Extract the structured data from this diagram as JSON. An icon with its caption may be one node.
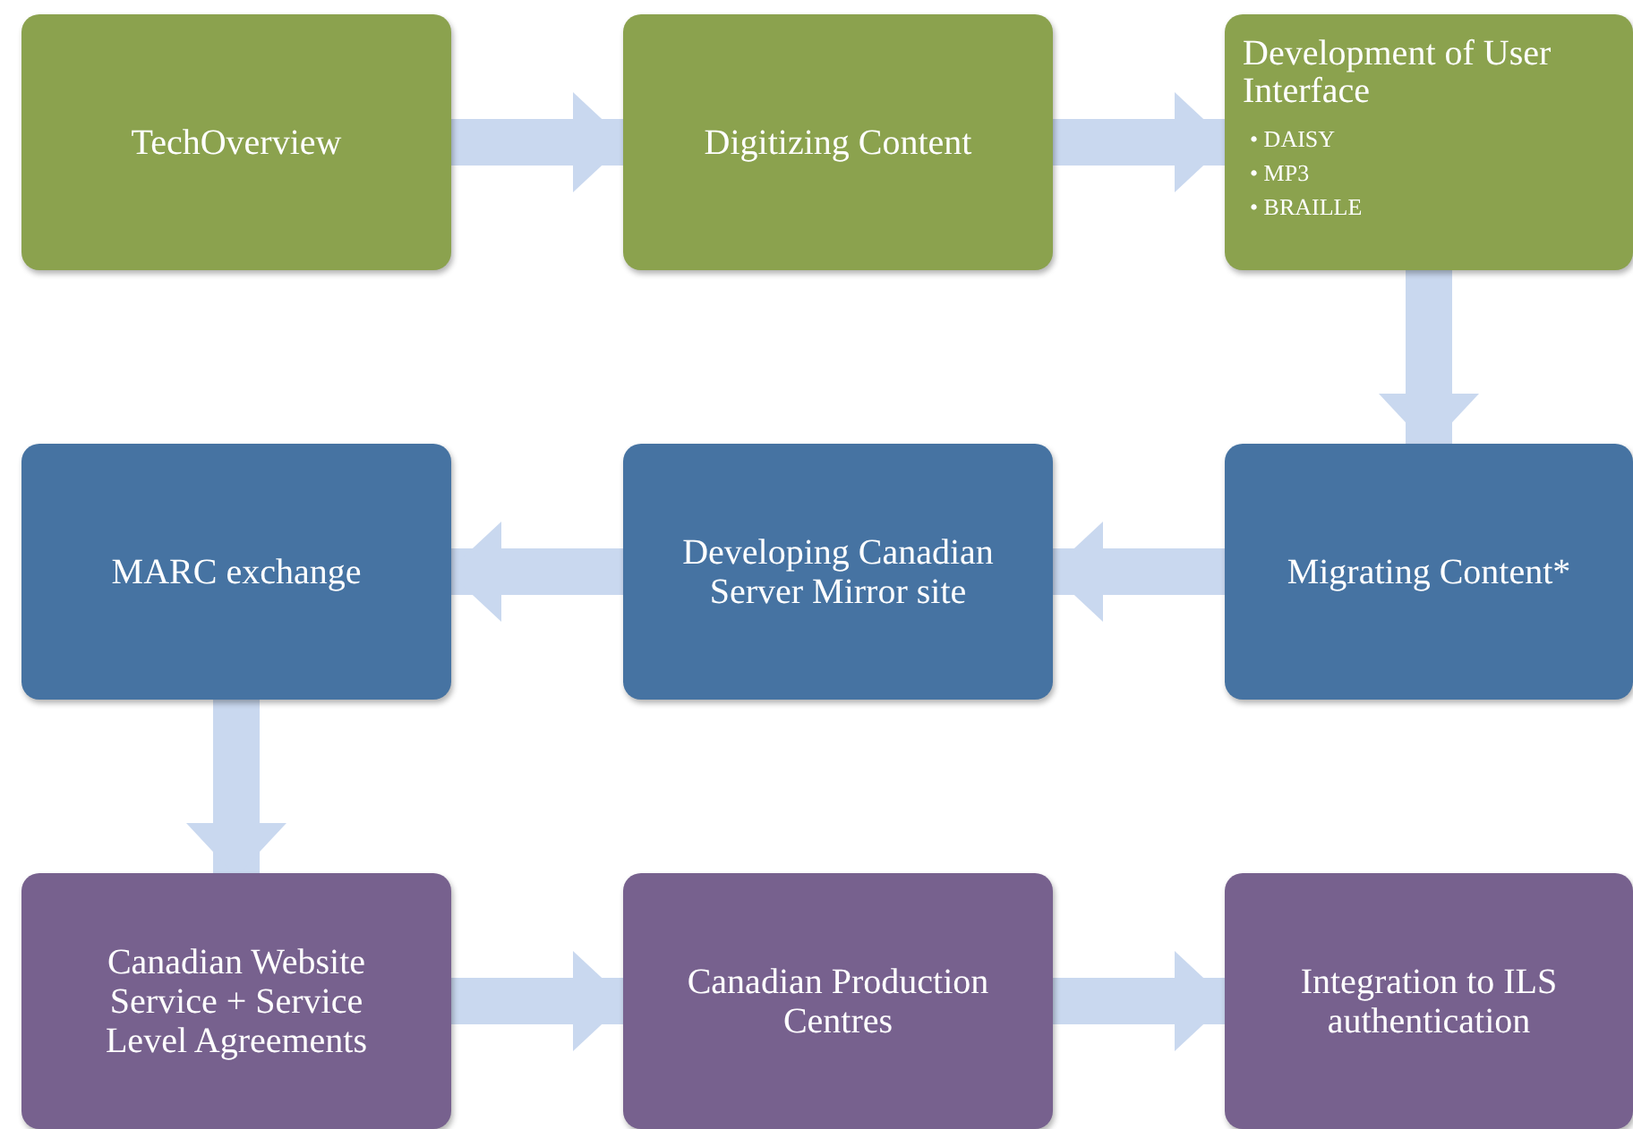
{
  "diagram": {
    "nodes": [
      {
        "text": [
          "TechOverview"
        ]
      },
      {
        "text": [
          "Digitizing Content"
        ]
      },
      {
        "text": [
          "Development of User Interface",
          "• DAISY",
          "• MP3",
          "• BRAILLE"
        ]
      },
      {
        "text": [
          "MARC exchange"
        ]
      },
      {
        "text": [
          "Developing Canadian Server Mirror site"
        ]
      },
      {
        "text": [
          "Migrating Content*"
        ]
      },
      {
        "text": [
          "Canadian Website Service + Service Level Agreements"
        ]
      },
      {
        "text": [
          "Canadian Production Centres"
        ]
      },
      {
        "text": [
          "Integration to ILS authentication"
        ]
      }
    ],
    "edges": [
      {
        "from": 0,
        "to": 1,
        "arrow": "to"
      },
      {
        "from": 1,
        "to": 2,
        "arrow": "to"
      },
      {
        "from": 2,
        "to": 5,
        "arrow": "to"
      },
      {
        "from": 5,
        "to": 4,
        "arrow": "to"
      },
      {
        "from": 4,
        "to": 3,
        "arrow": "to"
      },
      {
        "from": 3,
        "to": 6,
        "arrow": "to"
      },
      {
        "from": 6,
        "to": 7,
        "arrow": "to"
      },
      {
        "from": 7,
        "to": 8,
        "arrow": "to"
      }
    ]
  }
}
